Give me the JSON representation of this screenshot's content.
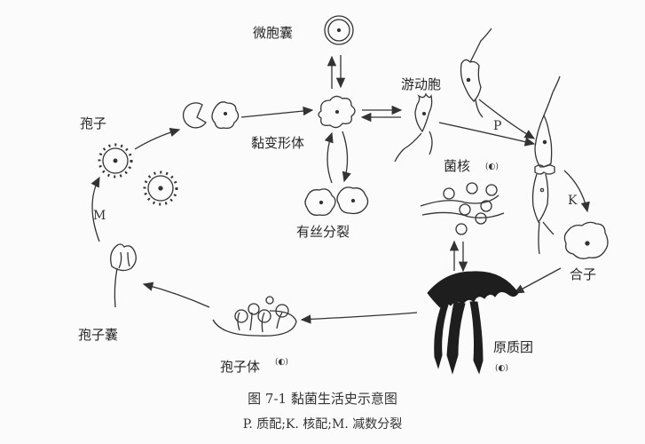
{
  "figure": {
    "caption_title": "图 7-1   黏菌生活史示意图",
    "caption_legend": "P. 质配;K. 核配;M. 减数分裂"
  },
  "labels": {
    "microcyst": "微胞囊",
    "swarm_cell": "游动胞",
    "spore": "孢子",
    "myxamoeba": "黏变形体",
    "mitosis": "有丝分裂",
    "nuclei": "菌核",
    "zygote": "合子",
    "plasmodium": "原质团",
    "sporangium": "孢子囊",
    "sporophore": "孢子体"
  },
  "process_marks": {
    "plasmogamy": "P",
    "karyogamy": "K",
    "meiosis": "M"
  },
  "ploidy_marks": {
    "nuclei": "(◐)",
    "plasmodium": "(◐)",
    "sporophore": "(◐)"
  }
}
